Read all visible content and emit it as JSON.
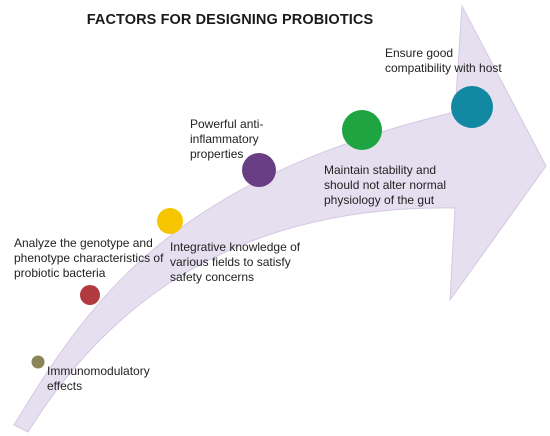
{
  "title": "FACTORS FOR DESIGNING PROBIOTICS",
  "colors": {
    "arrow_fill": "#e6dff0",
    "arrow_stroke": "#d3c9e2"
  },
  "factors": [
    {
      "label": "Immunomodulatory\neffects",
      "color": "#8b8458",
      "icon": "olive-circle"
    },
    {
      "label": "Analyze the genotype and\nphenotype characteristics of\nprobiotic bacteria",
      "color": "#b03a3e",
      "icon": "red-circle"
    },
    {
      "label": "Integrative knowledge of\nvarious fields to satisfy\nsafety concerns",
      "color": "#f7c400",
      "icon": "yellow-circle"
    },
    {
      "label": "Powerful anti-\ninflammatory\nproperties",
      "color": "#6a3e84",
      "icon": "purple-circle"
    },
    {
      "label": "Maintain stability and\nshould not alter normal\nphysiology of the gut",
      "color": "#1ea542",
      "icon": "green-circle"
    },
    {
      "label": "Ensure good\ncompatibility with host",
      "color": "#1288a2",
      "icon": "teal-circle"
    }
  ]
}
